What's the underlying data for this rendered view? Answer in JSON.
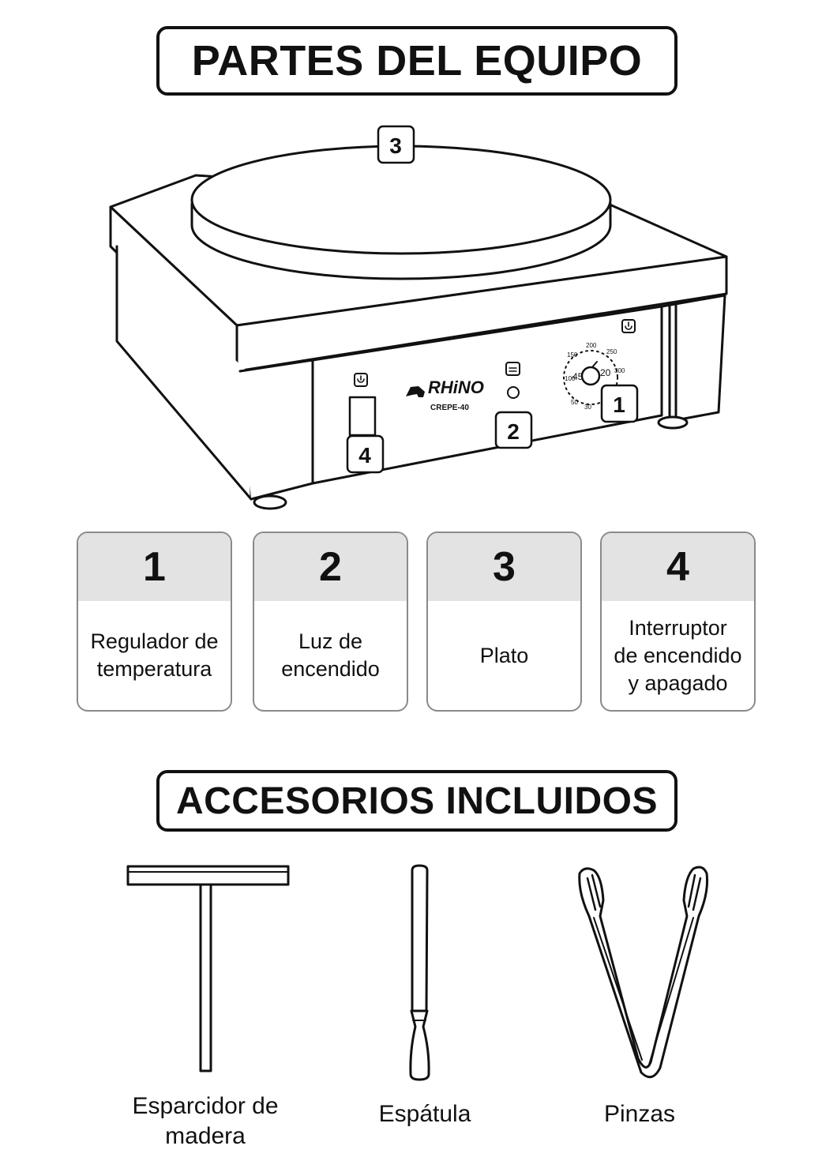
{
  "sections": {
    "parts_title": "PARTES DEL EQUIPO",
    "accessories_title": "ACCESORIOS INCLUIDOS"
  },
  "device": {
    "brand": "RHiNO",
    "model": "CREPE-40",
    "callouts": [
      "1",
      "2",
      "3",
      "4"
    ],
    "dial_marks": [
      "50",
      "100",
      "150",
      "200",
      "250",
      "300",
      "30",
      "45",
      "20"
    ]
  },
  "parts": [
    {
      "number": "1",
      "name": "Regulador de\ntemperatura"
    },
    {
      "number": "2",
      "name": "Luz de\nencendido"
    },
    {
      "number": "3",
      "name": "Plato"
    },
    {
      "number": "4",
      "name": "Interruptor\nde encendido\ny apagado"
    }
  ],
  "accessories": [
    {
      "name": "Esparcidor de\nmadera",
      "icon": "wooden-spreader-icon"
    },
    {
      "name": "Espátula",
      "icon": "spatula-icon"
    },
    {
      "name": "Pinzas",
      "icon": "tongs-icon"
    }
  ]
}
